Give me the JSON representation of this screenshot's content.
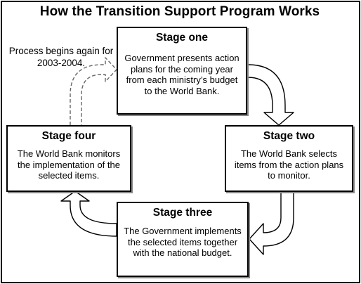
{
  "title": "How the Transition Support Program Works",
  "stages": {
    "one": {
      "heading": "Stage one",
      "body": "Government presents action plans for the coming year from each ministry’s budget to the World Bank."
    },
    "two": {
      "heading": "Stage two",
      "body": "The World Bank selects items from the action plans to monitor."
    },
    "three": {
      "heading": "Stage three",
      "body": "The Government implements the selected items together with the national budget."
    },
    "four": {
      "heading": "Stage four",
      "body": "The World Bank monitors the implementation of the selected items."
    }
  },
  "note": "Process begins again for 2003-2004.",
  "colors": {
    "text": "#000000",
    "border": "#000000",
    "shadow": "#888888",
    "dashed_arrow": "#666666"
  }
}
